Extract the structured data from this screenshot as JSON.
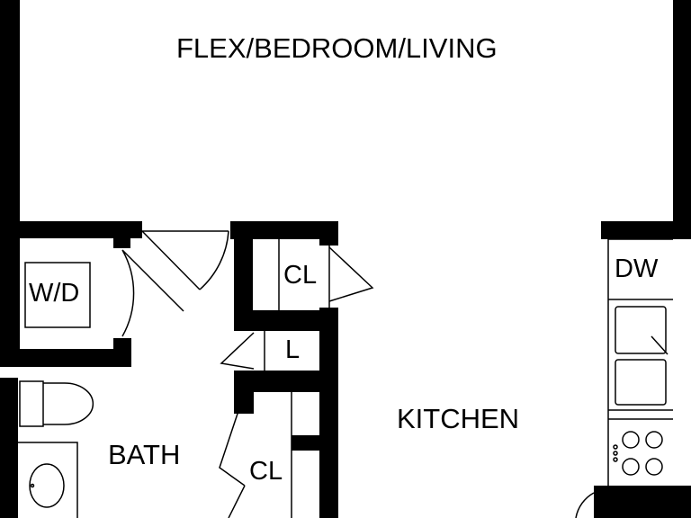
{
  "rooms": {
    "flex": "FLEX/BEDROOM/LIVING",
    "wd": "W/D",
    "cl_upper": "CL",
    "linen": "L",
    "kitchen": "KITCHEN",
    "bath": "BATH",
    "cl_lower": "CL",
    "dw": "DW"
  },
  "colors": {
    "wall": "#000000",
    "background": "#ffffff"
  }
}
